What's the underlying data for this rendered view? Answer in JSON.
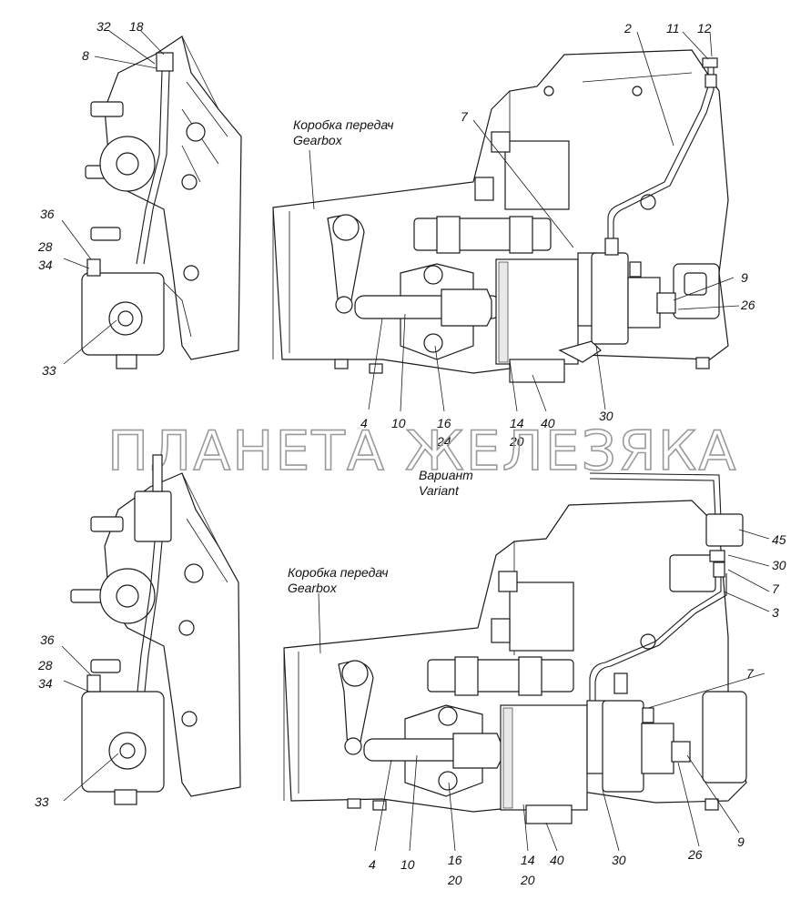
{
  "top": {
    "caption_ru": "Коробка передач",
    "caption_en": "Gearbox",
    "side_labels": [
      "32",
      "18",
      "8",
      "36",
      "28",
      "34",
      "33"
    ],
    "main_labels": [
      "2",
      "11",
      "12",
      "7",
      "9",
      "26",
      "4",
      "10",
      "16",
      "24",
      "14",
      "20",
      "40",
      "30"
    ]
  },
  "variant": {
    "label_ru": "Вариант",
    "label_en": "Variant"
  },
  "bottom": {
    "caption_ru": "Коробка передач",
    "caption_en": "Gearbox",
    "side_labels": [
      "36",
      "28",
      "34",
      "33"
    ],
    "main_labels": [
      "45",
      "30",
      "7",
      "3",
      "7",
      "4",
      "10",
      "16",
      "20",
      "14",
      "20",
      "40",
      "30",
      "26",
      "9"
    ]
  },
  "watermark": "ПЛАНЕТА ЖЕЛЕЗЯКА"
}
